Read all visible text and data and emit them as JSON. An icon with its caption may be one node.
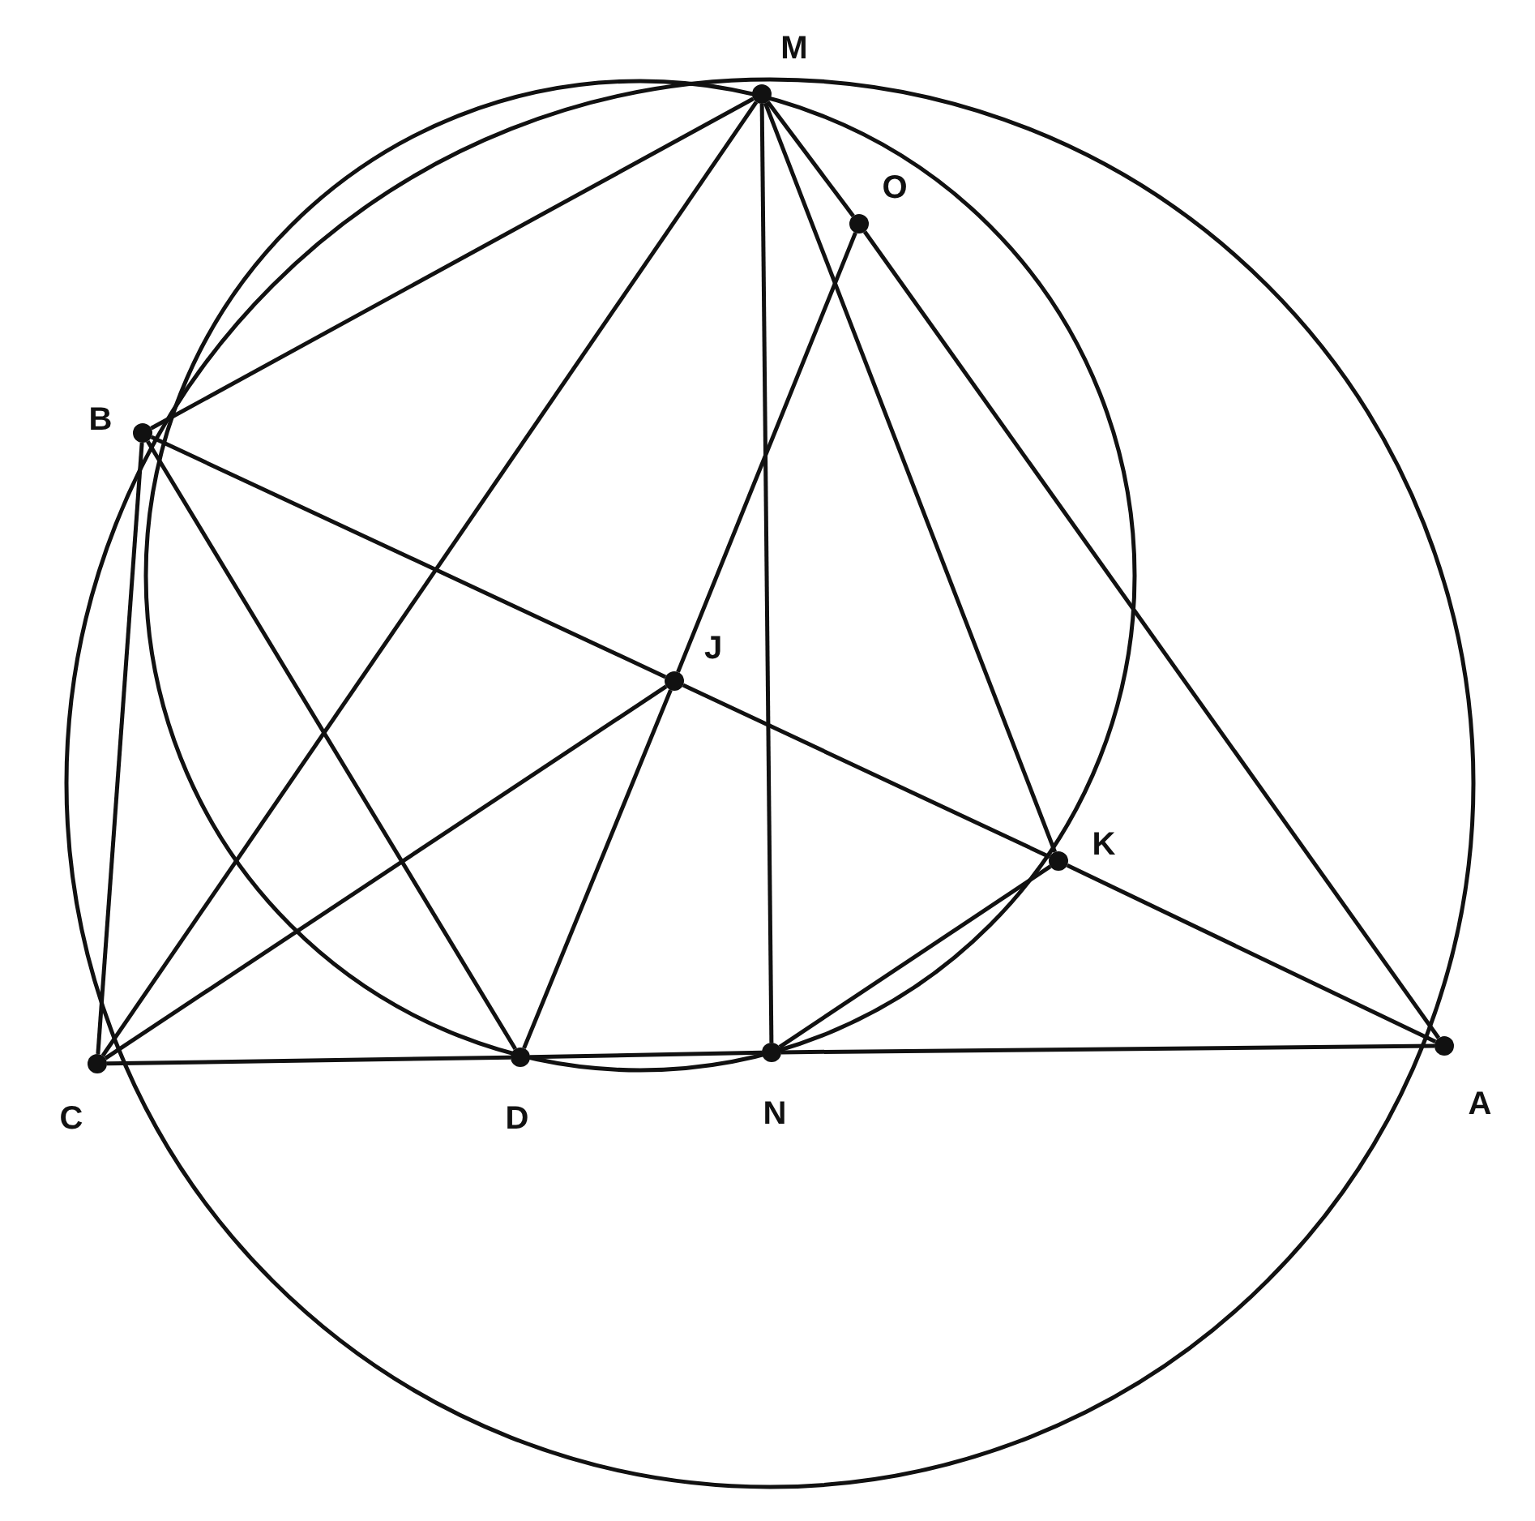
{
  "diagram": {
    "nodes": [
      {
        "text": [],
        "shape": "circle",
        "beside": [
          "M"
        ]
      },
      {
        "text": [],
        "shape": "circle",
        "beside": [
          "O"
        ]
      },
      {
        "text": [],
        "shape": "circle",
        "beside": [
          "B"
        ]
      },
      {
        "text": [],
        "shape": "circle",
        "beside": [
          "J"
        ]
      },
      {
        "text": [],
        "shape": "circle",
        "beside": [
          "K"
        ]
      },
      {
        "text": [],
        "shape": "circle",
        "beside": [
          "C"
        ]
      },
      {
        "text": [],
        "shape": "circle",
        "beside": [
          "D"
        ]
      },
      {
        "text": [],
        "shape": "circle",
        "beside": [
          "N"
        ]
      },
      {
        "text": [],
        "shape": "circle",
        "beside": [
          "A"
        ]
      }
    ],
    "edges": [
      {
        "from": 0,
        "to": 2,
        "arrow": "none"
      },
      {
        "from": 0,
        "to": 5,
        "arrow": "none"
      },
      {
        "from": 0,
        "to": 7,
        "arrow": "none"
      },
      {
        "from": 0,
        "to": 4,
        "arrow": "none"
      },
      {
        "from": 0,
        "to": 1,
        "arrow": "none"
      },
      {
        "from": 1,
        "to": 8,
        "arrow": "none"
      },
      {
        "from": 2,
        "to": 5,
        "arrow": "none"
      },
      {
        "from": 2,
        "to": 6,
        "arrow": "none"
      },
      {
        "from": 2,
        "to": 3,
        "arrow": "none"
      },
      {
        "from": 3,
        "to": 4,
        "arrow": "none"
      },
      {
        "from": 4,
        "to": 8,
        "arrow": "none"
      },
      {
        "from": 5,
        "to": 3,
        "arrow": "none"
      },
      {
        "from": 1,
        "to": 3,
        "arrow": "none"
      },
      {
        "from": 3,
        "to": 6,
        "arrow": "none"
      },
      {
        "from": 5,
        "to": 6,
        "arrow": "none"
      },
      {
        "from": 6,
        "to": 7,
        "arrow": "none"
      },
      {
        "from": 7,
        "to": 8,
        "arrow": "none"
      },
      {
        "from": 7,
        "to": 4,
        "arrow": "none"
      }
    ]
  }
}
